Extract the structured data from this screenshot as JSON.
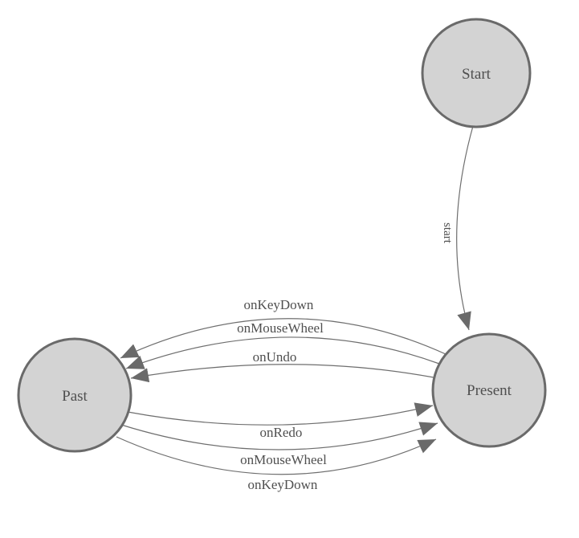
{
  "diagram": {
    "type": "state-machine",
    "background_color": "#ffffff",
    "colors": {
      "node_fill": "#d3d3d3",
      "node_border": "#6a6a6a",
      "edge_line": "#6e6e6e",
      "arrowhead": "#6a6a6a",
      "label_text": "#4f4f4f"
    },
    "nodes": [
      {
        "id": "start",
        "label": "Start"
      },
      {
        "id": "past",
        "label": "Past"
      },
      {
        "id": "present",
        "label": "Present"
      }
    ],
    "edges": [
      {
        "id": "start-to-present",
        "label": "start",
        "from": "Start",
        "to": "Present"
      },
      {
        "id": "present-to-past-keydown",
        "label": "onKeyDown",
        "from": "Present",
        "to": "Past"
      },
      {
        "id": "present-to-past-mousewheel",
        "label": "onMouseWheel",
        "from": "Present",
        "to": "Past"
      },
      {
        "id": "present-to-past-undo",
        "label": "onUndo",
        "from": "Present",
        "to": "Past"
      },
      {
        "id": "past-to-present-redo",
        "label": "onRedo",
        "from": "Past",
        "to": "Present"
      },
      {
        "id": "past-to-present-mousewheel",
        "label": "onMouseWheel",
        "from": "Past",
        "to": "Present"
      },
      {
        "id": "past-to-present-keydown",
        "label": "onKeyDown",
        "from": "Past",
        "to": "Present"
      }
    ]
  }
}
